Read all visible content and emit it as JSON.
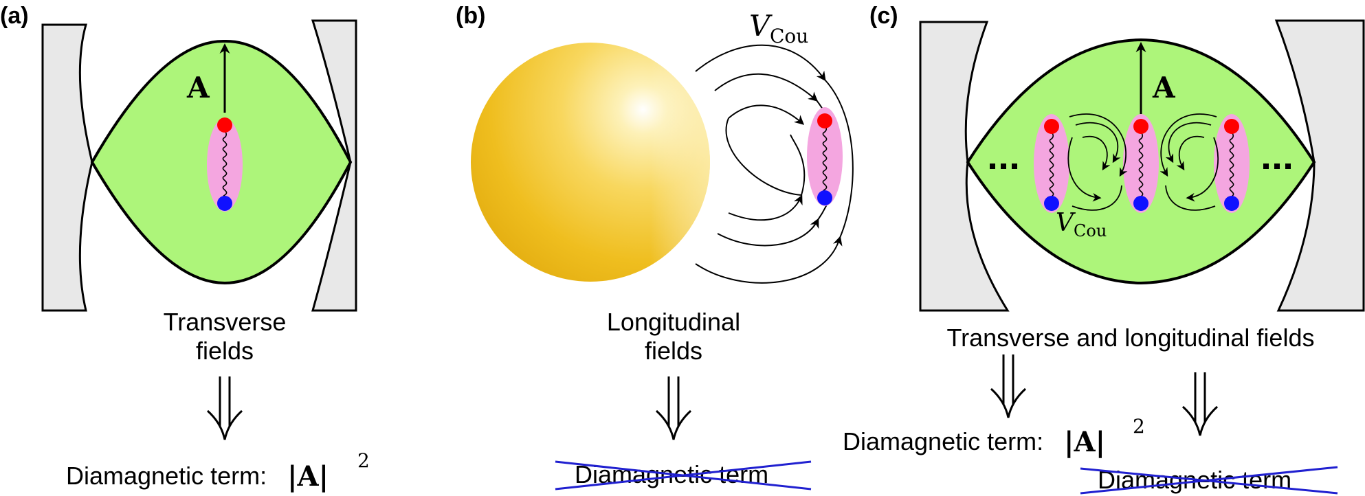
{
  "panels": [
    {
      "label": "(a)",
      "vector_label": "A",
      "caption_lines": [
        "Transverse",
        "fields"
      ],
      "result_text": "Diamagnetic term: ",
      "result_math": "|A|",
      "result_exp": "2"
    },
    {
      "label": "(b)",
      "coulomb_symbol": "V",
      "coulomb_subscript": "Cou",
      "caption_lines": [
        "Longitudinal",
        "fields"
      ],
      "result_crossed": "Diamagnetic term"
    },
    {
      "label": "(c)",
      "vector_label": "A",
      "coulomb_symbol": "V",
      "coulomb_subscript": "Cou",
      "caption_lines": [
        "Transverse and longitudinal fields"
      ],
      "result_text": "Diamagnetic term: ",
      "result_math": "|A|",
      "result_exp": "2",
      "result_crossed": "Diamagnetic term"
    }
  ],
  "colors": {
    "mirror_fill": "#e8e8e8",
    "mode_fill": "#adf57a",
    "dipole_fill": "#f4a6e0",
    "positive_charge": "#ff0000",
    "negative_charge": "#1010ff",
    "strike_line": "#2020d0",
    "sphere_gold": "#f2c42b"
  }
}
